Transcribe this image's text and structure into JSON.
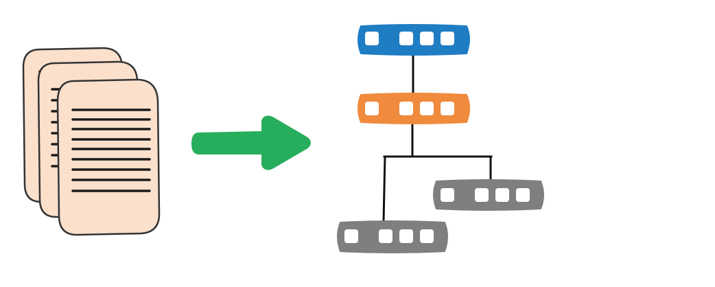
{
  "diagram": {
    "colors": {
      "page_fill": "#fbe0cc",
      "page_stroke": "#333333",
      "text_line": "#1a1a1a",
      "arrow": "#27ae5c",
      "root_node": "#1f7dc4",
      "level1_node": "#f08a3c",
      "leaf_node": "#7f7f7f",
      "slot": "#ffffff",
      "edge": "#111111"
    },
    "documents": {
      "icon": "document-stack-icon",
      "page_count": 3
    },
    "arrow": {
      "icon": "right-arrow-icon"
    },
    "tree": {
      "nodes": [
        {
          "id": "root",
          "level": 0,
          "color_key": "root_node",
          "slots": 4
        },
        {
          "id": "inner",
          "level": 1,
          "color_key": "level1_node",
          "slots": 4
        },
        {
          "id": "leaf-right",
          "level": 2,
          "color_key": "leaf_node",
          "slots": 4
        },
        {
          "id": "leaf-left",
          "level": 2,
          "color_key": "leaf_node",
          "slots": 4
        }
      ],
      "edges": [
        {
          "from": "root",
          "to": "inner"
        },
        {
          "from": "inner",
          "to": "leaf-right"
        },
        {
          "from": "inner",
          "to": "leaf-left"
        }
      ]
    }
  }
}
